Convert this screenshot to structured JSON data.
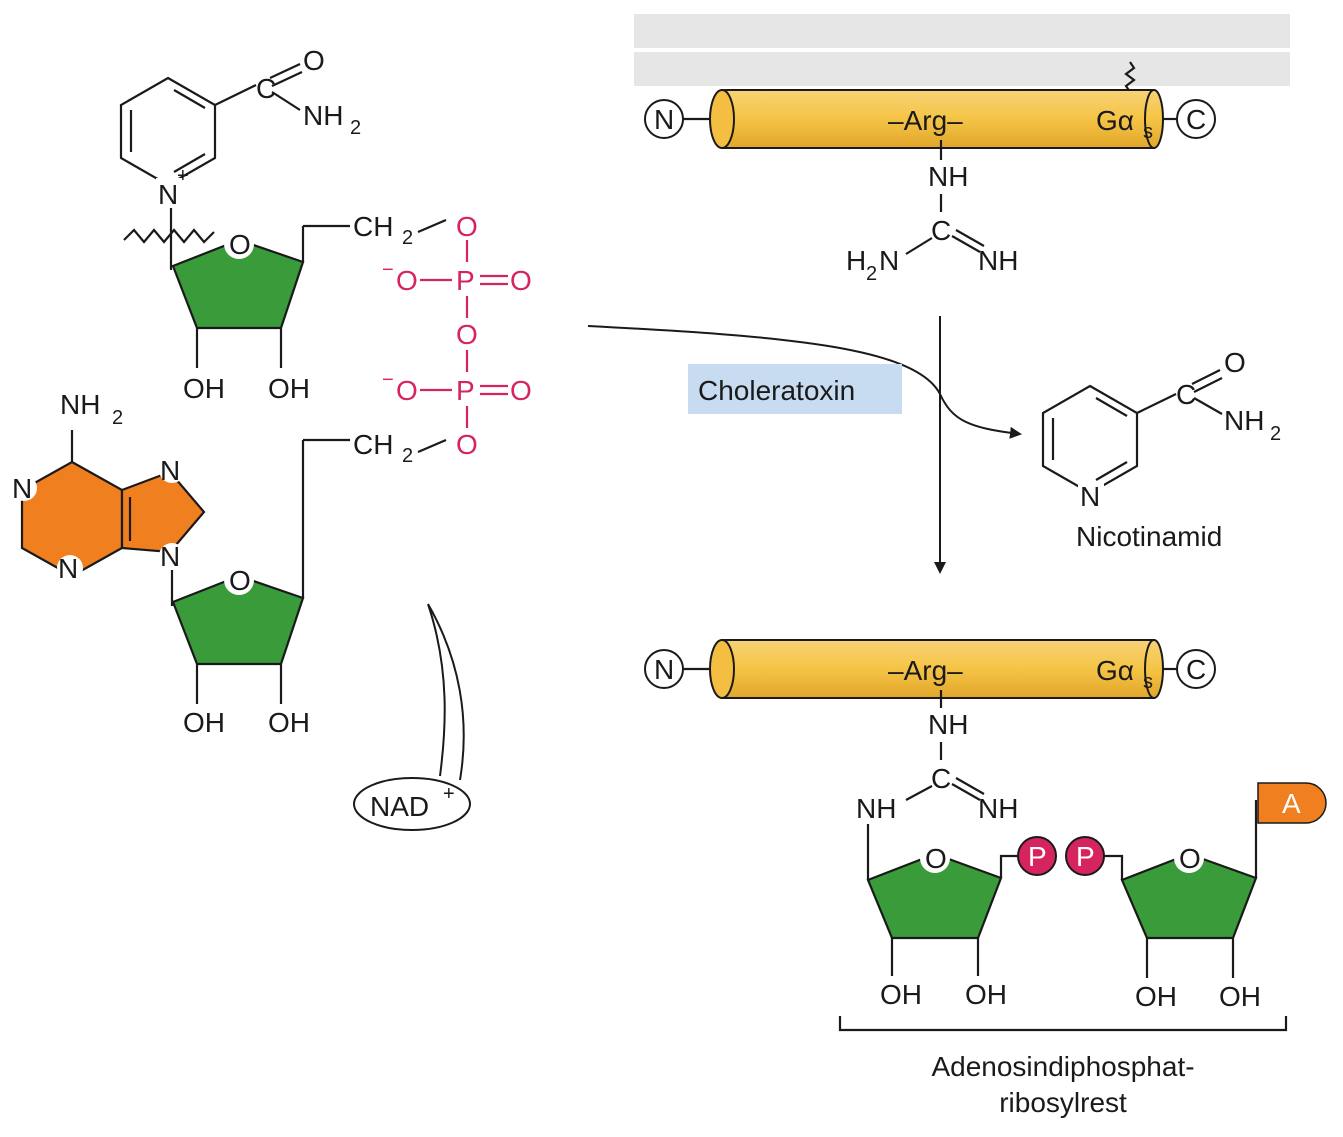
{
  "nad": {
    "carbonyl_c": "C",
    "carbonyl_o": "O",
    "nh2": "NH",
    "nh2_sub": "2",
    "ring_n": "N",
    "ring_charge": "+",
    "ch2": "CH",
    "ch2_sub": "2",
    "ring_o": "O",
    "oh": "OH",
    "phos_o": "O",
    "phos_minus": "−",
    "phos_p": "P",
    "adenine_nh2": "NH",
    "adenine_sub": "2",
    "adenine_n": "N",
    "label": "NAD",
    "label_sup": "+"
  },
  "enzyme": {
    "label": "Choleratoxin"
  },
  "protein": {
    "n_term": "N",
    "c_term": "C",
    "arg": "–Arg–",
    "galpha": "Gα",
    "galpha_sub": "s",
    "nh": "NH",
    "c": "C",
    "h2n": "H",
    "h2n_sub": "2",
    "h2n_n": "N",
    "nh_right": "NH"
  },
  "nicotinamide": {
    "label": "Nicotinamid",
    "c": "C",
    "o": "O",
    "nh2": "NH",
    "nh2_sub": "2",
    "n": "N"
  },
  "product": {
    "nh_left": "NH",
    "p1": "P",
    "p2": "P",
    "a": "A",
    "ring_o": "O",
    "oh": "OH",
    "caption_line1": "Adenosindiphosphat-",
    "caption_line2": "ribosylrest"
  },
  "colors": {
    "ribose": "#3a9b3a",
    "adenine": "#ef7f1f",
    "phosphate": "#d6245f",
    "helix": "#f5c242",
    "enzyme_box": "#c7dcf0",
    "membrane": "#e6e6e6"
  }
}
